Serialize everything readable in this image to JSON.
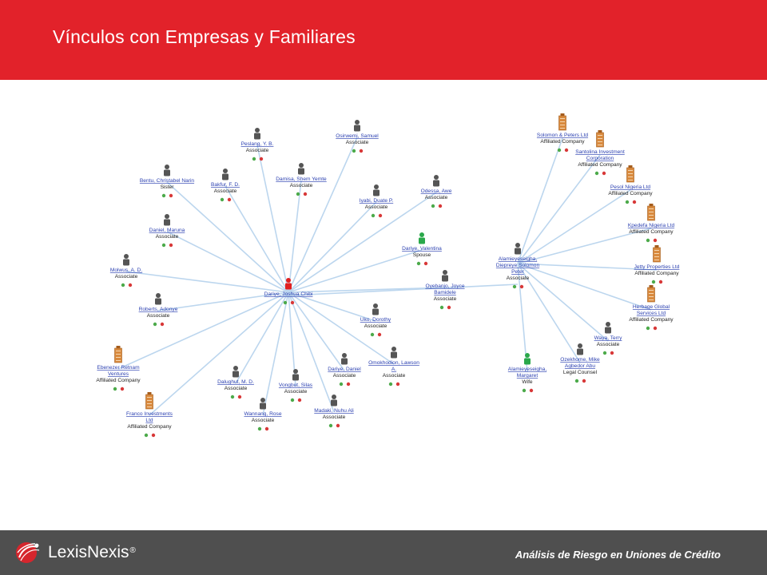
{
  "header": {
    "title": "Vínculos con Empresas y Familiares"
  },
  "footer": {
    "brand": "LexisNexis",
    "brand_mark": "®",
    "tagline": "Análisis de Riesgo en Uniones  de Crédito"
  },
  "colors": {
    "header_bg": "#e2222a",
    "footer_bg": "#4f4f4f",
    "edge": "#bcd6ee",
    "link": "#2a3fb0",
    "person": "#555555",
    "focus": "#e02020",
    "family": "#2aa84a",
    "company": "#d98a3e"
  },
  "network": {
    "center": {
      "name": "Dariye, Joshua Chibi",
      "role": "",
      "kind": "focus"
    },
    "hub": {
      "name": [
        "Alamieyeseigha,",
        "Diepreye Solomon",
        "Peter"
      ],
      "role": "Associate",
      "kind": "person"
    },
    "nodes": [
      {
        "name": [
          "Peslang, Y. B."
        ],
        "role": "Associate",
        "kind": "person"
      },
      {
        "name": [
          "Osirwemi, Samuel"
        ],
        "role": "Associate",
        "kind": "person"
      },
      {
        "name": [
          "Bentu, Christabel Narin"
        ],
        "role": "Sister",
        "kind": "person"
      },
      {
        "name": [
          "Bakfur, F. D."
        ],
        "role": "Associate",
        "kind": "person"
      },
      {
        "name": [
          "Damisa, Shem Yemte"
        ],
        "role": "Associate",
        "kind": "person"
      },
      {
        "name": [
          "Iyabi, Duate P."
        ],
        "role": "Associate",
        "kind": "person"
      },
      {
        "name": [
          "Odessa, Awe"
        ],
        "role": "Associate",
        "kind": "person"
      },
      {
        "name": [
          "Daniel, Maruna"
        ],
        "role": "Associate",
        "kind": "person"
      },
      {
        "name": [
          "Dariye, Valentina"
        ],
        "role": "Spouse",
        "kind": "family"
      },
      {
        "name": [
          "Molwus, A. D."
        ],
        "role": "Associate",
        "kind": "person"
      },
      {
        "name": [
          "Oyebanjo, Joyce",
          "Bamidele"
        ],
        "role": "Associate",
        "kind": "person"
      },
      {
        "name": [
          "Roberts, Adonye"
        ],
        "role": "Associate",
        "kind": "person"
      },
      {
        "name": [
          "Uko, Dorothy"
        ],
        "role": "Associate",
        "kind": "person"
      },
      {
        "name": [
          "Omokhodion, Lawson",
          "A."
        ],
        "role": "Associate",
        "kind": "person"
      },
      {
        "name": [
          "Ebenezer Retnam",
          "Ventures"
        ],
        "role": "Affiliated Company",
        "kind": "company"
      },
      {
        "name": [
          "Dariye, Daniel"
        ],
        "role": "Associate",
        "kind": "person"
      },
      {
        "name": [
          "Dalughut, M. D."
        ],
        "role": "Associate",
        "kind": "person"
      },
      {
        "name": [
          "Vongbut, Silas"
        ],
        "role": "Associate",
        "kind": "person"
      },
      {
        "name": [
          "Franco Investments",
          "Ltd"
        ],
        "role": "Affiliated Company",
        "kind": "company"
      },
      {
        "name": [
          "Wannang, Rose"
        ],
        "role": "Associate",
        "kind": "person"
      },
      {
        "name": [
          "Madaki, Nuhu Ali"
        ],
        "role": "Associate",
        "kind": "person"
      }
    ],
    "hub_nodes": [
      {
        "name": [
          "Solomon & Peters Ltd"
        ],
        "role": "Affiliated Company",
        "kind": "company"
      },
      {
        "name": [
          "Santolina Investment",
          "Corporation"
        ],
        "role": "Affiliated Company",
        "kind": "company"
      },
      {
        "name": [
          "Pesol Nigeria Ltd"
        ],
        "role": "Affiliated Company",
        "kind": "company"
      },
      {
        "name": [
          "Kpedefa Nigeria Ltd"
        ],
        "role": "Affiliated Company",
        "kind": "company"
      },
      {
        "name": [
          "Jetty Properties Ltd"
        ],
        "role": "Affiliated Company",
        "kind": "company"
      },
      {
        "name": [
          "Herbage Global",
          "Services Ltd"
        ],
        "role": "Affiliated Company",
        "kind": "company"
      },
      {
        "name": [
          "Waya, Terry"
        ],
        "role": "Associate",
        "kind": "person"
      },
      {
        "name": [
          "Ozekhome, Mike",
          "Agbedor Abu"
        ],
        "role": "Legal Counsel",
        "kind": "person"
      },
      {
        "name": [
          "Alamieyeseigha,",
          "Margaret"
        ],
        "role": "Wife",
        "kind": "family"
      }
    ]
  }
}
